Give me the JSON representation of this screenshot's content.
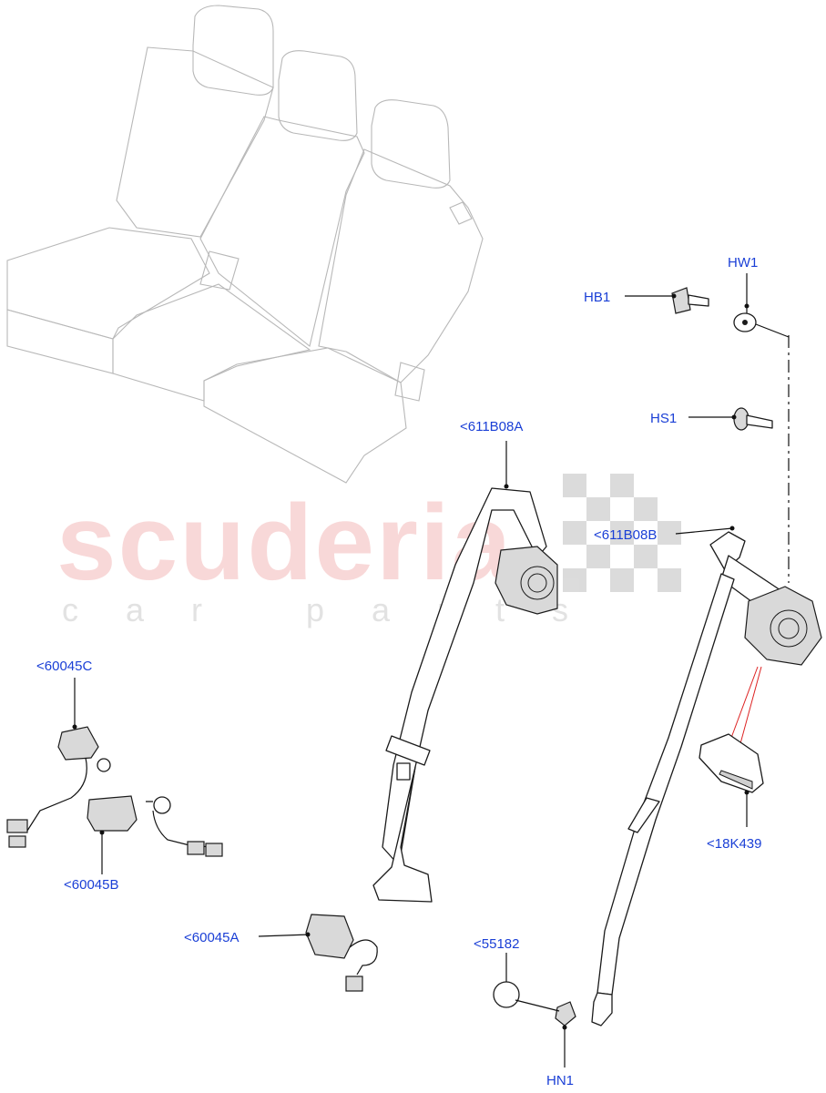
{
  "watermark": {
    "brand": "scuderia",
    "tagline": "car parts"
  },
  "callouts": {
    "hb1": "HB1",
    "hw1": "HW1",
    "hs1": "HS1",
    "b08a": "<611B08A",
    "b08b": "<611B08B",
    "c60045c": "<60045C",
    "c60045b": "<60045B",
    "c60045a": "<60045A",
    "k439": "<18K439",
    "c55182": "<55182",
    "hn1": "HN1"
  }
}
